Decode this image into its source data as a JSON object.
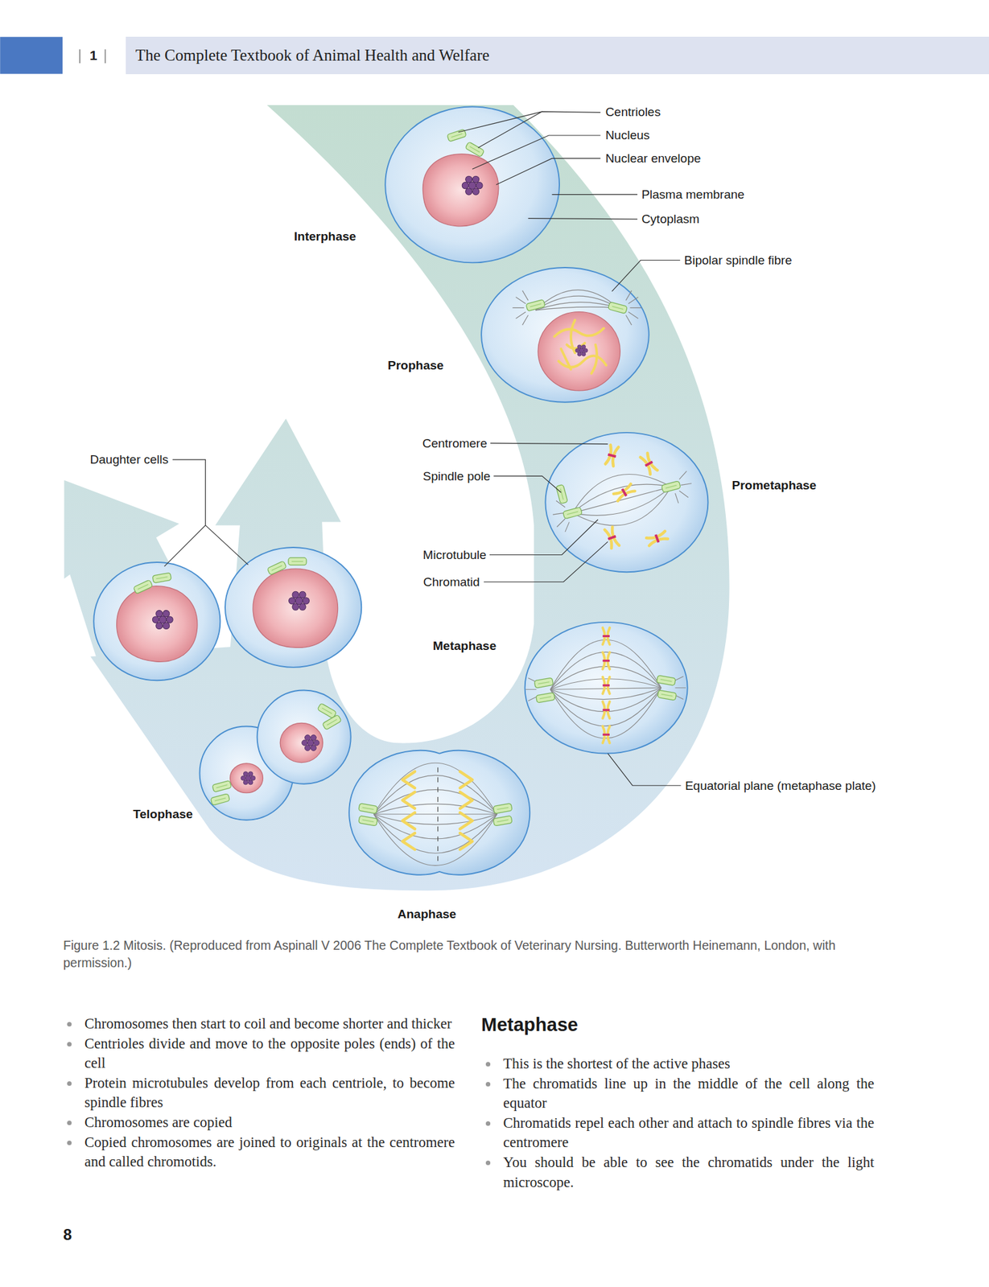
{
  "diagram": {
    "caption": "Figure 1.2 Mitosis. (Reproduced from Aspinall V 2006 The Complete Textbook of Veterinary Nursing. Butterworth Heinemann, London, with permission.)",
    "nodes": [
      {
        "text": [
          "The Complete Textbook of Animal Health and Welfare"
        ]
      }
    ],
    "labels": [
      "1",
      "Centrioles",
      "Nucleus",
      "Nuclear envelope",
      "Plasma membrane",
      "Cytoplasm",
      "Interphase",
      "Bipolar spindle fibre",
      "Prophase",
      "Centromere",
      "Daughter cells",
      "Spindle pole",
      "Prometaphase",
      "Microtubule",
      "Chromatid",
      "Metaphase",
      "Equatorial plane (metaphase plate)",
      "Telophase",
      "Anaphase",
      "Chromosomes then start to coil and become shorter and thicker",
      "Centrioles divide and move to the opposite poles (ends) of the cell",
      "Protein microtubules develop from each centriole, to become spindle fibres",
      "Chromosomes are copied",
      "Copied chromosomes are joined to originals at the centromere and called chromotids.",
      "Metaphase",
      "This is the shortest of the active phases",
      "The chromatids line up in the middle of the cell along the equator",
      "Chromatids repel each other and attach to spindle fibres via the centromere",
      "You should be able to see the chromatids under the light microscope.",
      "8"
    ]
  }
}
